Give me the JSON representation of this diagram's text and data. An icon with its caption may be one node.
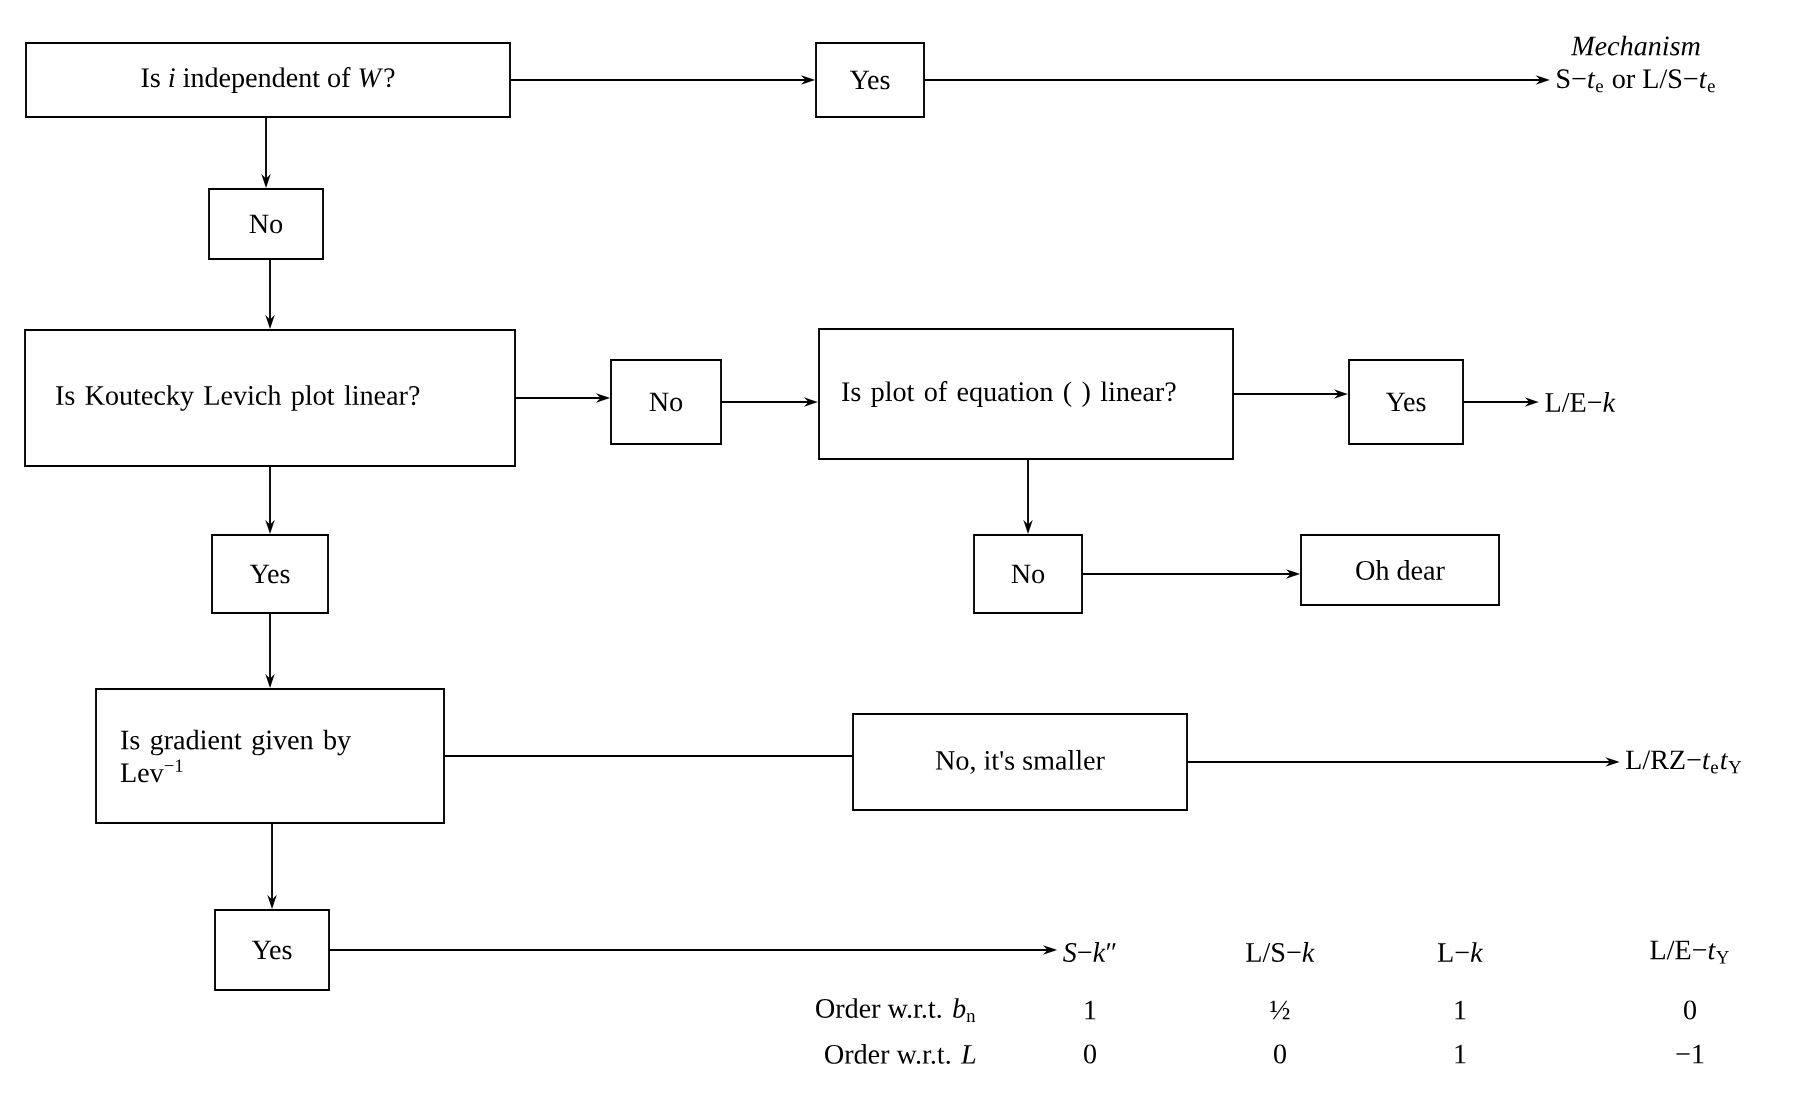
{
  "diagram": {
    "nodes": [
      {
        "text": [
          "Is *i* independent of *W*?"
        ]
      },
      {
        "text": [
          "Yes"
        ]
      },
      {
        "text": [
          "Mechanism",
          "S−*t*$_{e}$ or L/S−*t*$_{e}$"
        ]
      },
      {
        "text": [
          "No"
        ]
      },
      {
        "text": [
          "Is Koutecky Levich plot linear?"
        ]
      },
      {
        "text": [
          "No"
        ]
      },
      {
        "text": [
          "Is plot of equation ( ) linear?"
        ]
      },
      {
        "text": [
          "Yes"
        ]
      },
      {
        "text": [
          "L/E−*k*"
        ]
      },
      {
        "text": [
          "Yes"
        ]
      },
      {
        "text": [
          "No"
        ]
      },
      {
        "text": [
          "Oh dear"
        ]
      },
      {
        "text": [
          "Is gradient given by Lev$^{−1}$"
        ]
      },
      {
        "text": [
          "No, it's smaller"
        ]
      },
      {
        "text": [
          "L/RZ−*t*$_{e}$*t*$_{Y}$"
        ]
      },
      {
        "text": [
          "Yes"
        ]
      },
      {
        "text": [
          "*S*−*k*″"
        ]
      }
    ],
    "edges": [
      {
        "from": 0,
        "to": 1,
        "arrow": "to"
      },
      {
        "from": 1,
        "to": 2,
        "arrow": "to"
      },
      {
        "from": 0,
        "to": 3,
        "arrow": "to"
      },
      {
        "from": 3,
        "to": 4,
        "arrow": "to"
      },
      {
        "from": 4,
        "to": 5,
        "arrow": "to"
      },
      {
        "from": 5,
        "to": 6,
        "arrow": "to"
      },
      {
        "from": 6,
        "to": 7,
        "arrow": "to"
      },
      {
        "from": 7,
        "to": 8,
        "arrow": "to"
      },
      {
        "from": 4,
        "to": 9,
        "arrow": "to"
      },
      {
        "from": 6,
        "to": 10,
        "arrow": "to"
      },
      {
        "from": 10,
        "to": 11,
        "arrow": "to"
      },
      {
        "from": 9,
        "to": 12,
        "arrow": "to"
      },
      {
        "from": 12,
        "to": 13,
        "arrow": "none"
      },
      {
        "from": 13,
        "to": 14,
        "arrow": "to"
      },
      {
        "from": 12,
        "to": 15,
        "arrow": "to"
      },
      {
        "from": 15,
        "to": 16,
        "arrow": "to"
      }
    ],
    "labels": [
      "L/S−*k*",
      "L−*k*",
      "L/E−*t*$_{Y}$",
      "Order w.r.t. *b*$_{n}$",
      "1",
      "½",
      "1",
      "0",
      "Order w.r.t. *L*",
      "0",
      "0",
      "1",
      "−1"
    ]
  }
}
